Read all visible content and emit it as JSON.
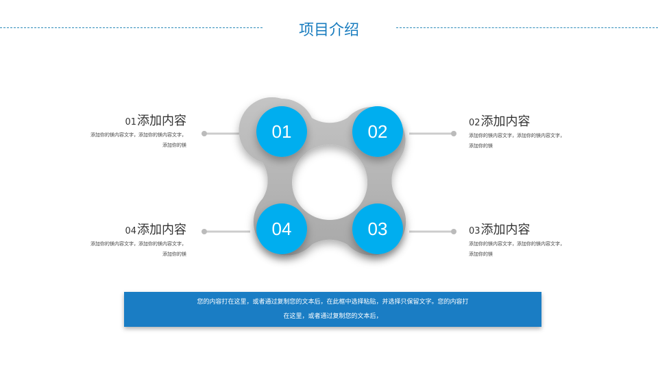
{
  "header": {
    "title": "项目介绍"
  },
  "items": [
    {
      "num": "01",
      "title": "添加内容",
      "desc": "添加你的镁内容文字，添加你的镁内容文字，添加你的镁"
    },
    {
      "num": "02",
      "title": "添加内容",
      "desc": "添加你的镁内容文字，添加你的镁内容文字，添加你的镁"
    },
    {
      "num": "03",
      "title": "添加内容",
      "desc": "添加你的镁内容文字，添加你的镁内容文字，添加你的镁"
    },
    {
      "num": "04",
      "title": "添加内容",
      "desc": "添加你的镁内容文字，添加你的镁内容文字，添加你的镁"
    }
  ],
  "footer": {
    "text": "您的内容打在这里，或者通过复制您的文本后，在此框中选择粘贴，并选择只保留文字。您的内容打在这里，或者通过复制您的文本后，"
  },
  "colors": {
    "accent": "#00aeef",
    "bar": "#1a7dc4",
    "title": "#1a7dbf"
  }
}
